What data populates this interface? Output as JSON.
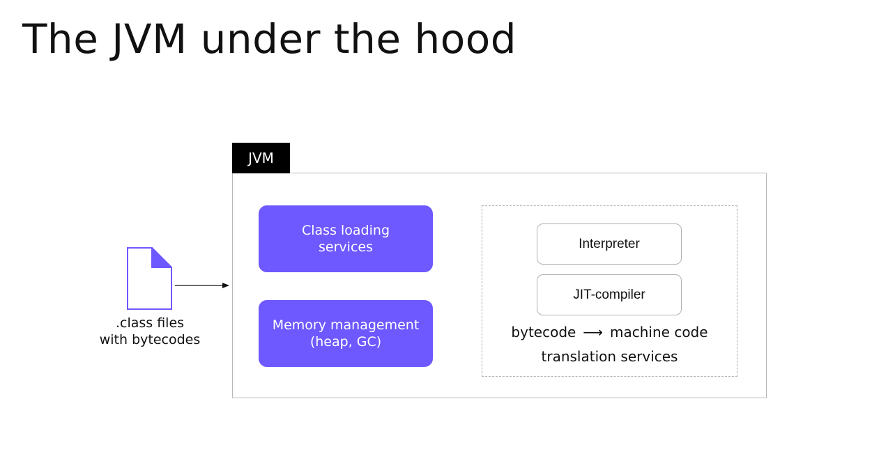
{
  "title": "The JVM under the hood",
  "jvm_label": "JVM",
  "file": {
    "icon": "file-icon",
    "label_line1": ".class files",
    "label_line2": "with bytecodes"
  },
  "class_loading": {
    "line1": "Class loading",
    "line2": "services"
  },
  "memory": {
    "line1": "Memory management",
    "line2": "(heap, GC)"
  },
  "interpreter": "Interpreter",
  "jit": "JIT-compiler",
  "translation": {
    "from": "bytecode",
    "arrow": "⟶",
    "to": "machine code",
    "line2": "translation services"
  },
  "colors": {
    "accent": "#6e58ff",
    "tab": "#000000",
    "border": "#b8b8b8"
  }
}
